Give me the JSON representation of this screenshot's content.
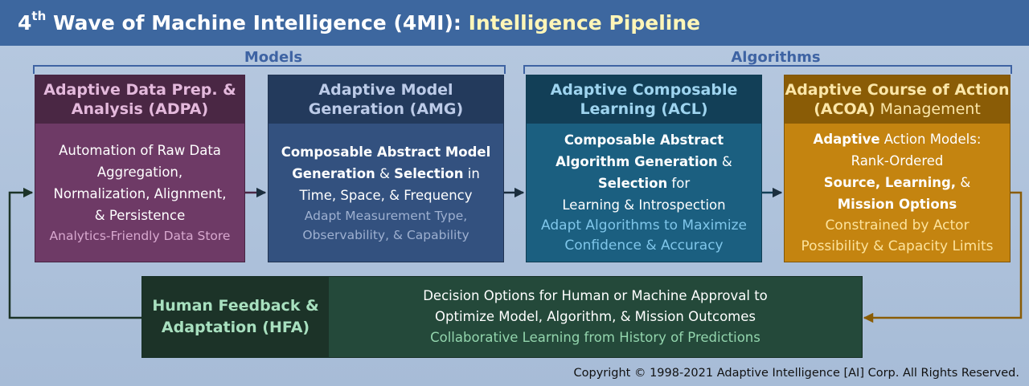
{
  "title": {
    "prefix": "4",
    "superscript": "th",
    "main": " Wave of Machine Intelligence (4MI)",
    "separator": ": ",
    "highlight": "Intelligence Pipeline"
  },
  "groups": {
    "models": "Models",
    "algorithms": "Algorithms"
  },
  "adpa": {
    "header_line1": "Adaptive Data Prep. &",
    "header_line2": "Analysis (ADPA)",
    "body": [
      "Automation of Raw Data",
      "Aggregation,",
      "Normalization, Alignment,",
      "& Persistence"
    ],
    "sub": "Analytics-Friendly Data Store"
  },
  "amg": {
    "header_line1": "Adaptive Model",
    "header_line2": "Generation (AMG)",
    "line1_bold": "Composable Abstract Model",
    "line2_bold_a": "Generation",
    "line2_mid": " & ",
    "line2_bold_b": "Selection",
    "line2_tail": " in",
    "line3": "Time, Space, & Frequency",
    "sub1": "Adapt Measurement Type,",
    "sub2": "Observability, & Capability"
  },
  "acl": {
    "header_line1": "Adaptive Composable",
    "header_line2": "Learning (ACL)",
    "line1_bold": "Composable Abstract",
    "line2_bold": "Algorithm Generation",
    "line2_tail": " &",
    "line3_bold": "Selection",
    "line3_tail": " for",
    "line4": "Learning & Introspection",
    "sub1": "Adapt Algorithms to Maximize",
    "sub2": "Confidence & Accuracy"
  },
  "acoa": {
    "header_line1": "Adaptive Course of Action",
    "header_line2_bold": "(ACOA)",
    "header_line2_tail": " Management",
    "line1_bold": "Adaptive",
    "line1_tail": " Action Models:",
    "line2": "Rank-Ordered",
    "line3_bold": "Source, Learning,",
    "line3_tail": " &",
    "line4_bold": "Mission Options",
    "sub1": "Constrained by Actor",
    "sub2": "Possibility & Capacity Limits"
  },
  "hfa": {
    "label_line1": "Human Feedback &",
    "label_line2": "Adaptation (HFA)",
    "line1": "Decision Options for Human or Machine Approval to",
    "line2": "Optimize Model, Algorithm, & Mission Outcomes",
    "sub": "Collaborative Learning from History of Predictions"
  },
  "copyright": "Copyright © 1998-2021 Adaptive Intelligence [AI] Corp.  All Rights Reserved.",
  "colors": {
    "title_bar": "#3d679f",
    "title_highlight": "#fff6b8",
    "group_label": "#3e63a3",
    "adpa_header": "#4a2744",
    "adpa_body": "#6e3a66",
    "adpa_header_text": "#e4b9dc",
    "adpa_sub": "#d8a8cf",
    "amg_header": "#233a5c",
    "amg_body": "#33517f",
    "amg_header_text": "#bccbe8",
    "amg_sub": "#9eb0d0",
    "acl_header": "#123f57",
    "acl_body": "#1b5f80",
    "acl_header_text": "#9ed4ef",
    "acl_sub": "#7fc6ea",
    "acoa_header": "#8a5c06",
    "acoa_body": "#c48410",
    "acoa_header_text": "#fbe6a8",
    "acoa_sub": "#fde39c",
    "hfa_label_bg": "#1c3328",
    "hfa_body": "#24493a",
    "hfa_label_text": "#a8e0bf",
    "hfa_sub": "#93d5ad"
  }
}
